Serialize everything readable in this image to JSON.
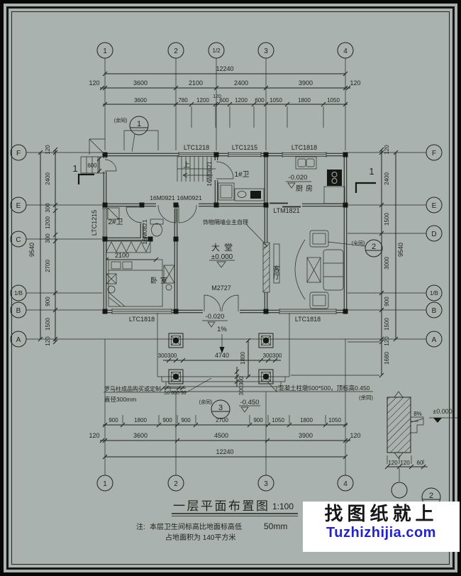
{
  "colors": {
    "paper": "#a9b2ae",
    "ink": "#20241e",
    "watermark_text": "#161616",
    "watermark_link": "#2323c8",
    "watermark_bg": "#ffffff"
  },
  "axis": {
    "top": [
      "1",
      "2",
      "1/2",
      "3",
      "4"
    ],
    "bottom": [
      "1",
      "2",
      "3",
      "4"
    ],
    "left": [
      "F",
      "E",
      "C",
      "1/B",
      "B",
      "A"
    ],
    "right": [
      "F",
      "E",
      "D",
      "1/B",
      "B",
      "A"
    ]
  },
  "dims": {
    "top_total": "12240",
    "top_row1": [
      "120",
      "3600",
      "2100",
      "2400",
      "3900",
      "120"
    ],
    "top_row2": [
      "3600",
      "780",
      "1200",
      "120",
      "600",
      "1200",
      "600",
      "1050",
      "1800",
      "1050"
    ],
    "bottom_row1": [
      "900",
      "1800",
      "900",
      "900",
      "2700",
      "900",
      "1050",
      "1800",
      "1050"
    ],
    "bottom_row2": [
      "120",
      "3600",
      "4500",
      "3900",
      "120"
    ],
    "bottom_total": "12240",
    "left_col": [
      "120",
      "2400",
      "300",
      "1200",
      "300",
      "2700",
      "900",
      "1500",
      "120"
    ],
    "left_total": "9540",
    "right_col": [
      "120",
      "2400",
      "1500",
      "3000",
      "900",
      "1500",
      "120",
      "1680"
    ],
    "right_total": "9540",
    "wardrobe": "2100",
    "entry_door": "600",
    "porch": {
      "pair_left": "300300",
      "span": "4740",
      "pair_right": "300300",
      "height": "1800",
      "pair_lower": "300300",
      "steps": "50 600 50"
    },
    "detail": [
      "120",
      "120",
      "60"
    ]
  },
  "windows": {
    "top_a": "LTC1218",
    "top_b": "LTC1215",
    "top_c": "LTC1818",
    "left": "LTC1215",
    "bottom_left": "LTC1818",
    "bottom_right": "LTC1818"
  },
  "doors": {
    "front": "M2727",
    "kitchen": "LTM1821",
    "hall_a": "16M0921",
    "hall_b": "16M0921",
    "bath1": "16M0821",
    "bath2": "16M0821"
  },
  "rooms": {
    "hall": "大堂",
    "hall_level": "±0.000",
    "kitchen": "厨房",
    "kitchen_level": "-0.020",
    "bath1": "1#卫",
    "bath2": "2#卫",
    "bedroom": "卧室",
    "living": "客厅",
    "stair_up": "上"
  },
  "levels": {
    "porch": "-0.020",
    "porch_slope": "1%",
    "steps": "-0.450",
    "detail_slope": "8%",
    "detail_level": "±0.000"
  },
  "callouts": {
    "c1": "1",
    "c1_note": "(余同)",
    "c2": "2",
    "c2_note": "(全同)",
    "c3": "3",
    "c3_note": "(余同)",
    "c2b": "2",
    "section_left": "1",
    "section_right": "1"
  },
  "notes": {
    "partition": "饰物隔墙业主自理",
    "roman_1": "罗马柱成品购买或定制",
    "roman_2": "直径300mm",
    "pier": "混凝土柱墩500*500，顶标高0.450",
    "pier_more": "(余同)"
  },
  "titleblock": {
    "title": "一层平面布置图",
    "scale": "1:100",
    "note_label": "注:",
    "note_line1": "本层卫生间标高比地面标高低",
    "note_value": "50mm",
    "note_line2": "占地面积为  140平方米"
  },
  "watermark": {
    "line1": "找图纸就上",
    "line2": "Tuzhizhijia.com"
  }
}
